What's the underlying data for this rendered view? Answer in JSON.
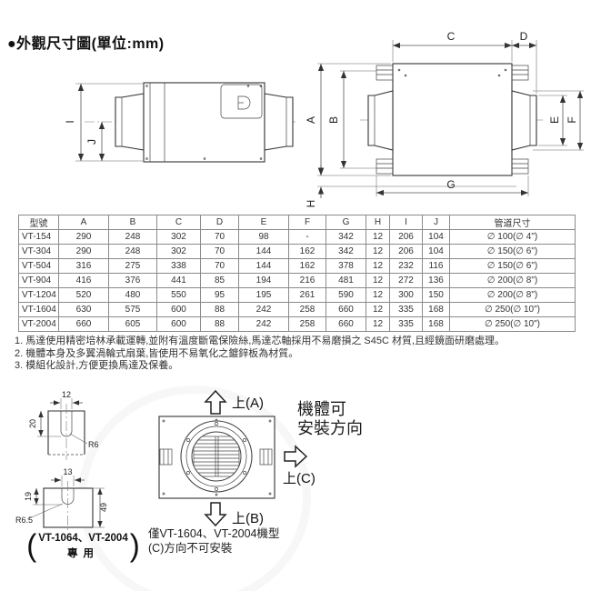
{
  "title": "●外觀尺寸圖(單位:mm)",
  "side_view": {
    "labels": {
      "i": "I",
      "j": "J"
    }
  },
  "top_view": {
    "labels": {
      "a": "A",
      "b": "B",
      "c": "C",
      "d": "D",
      "e": "E",
      "f": "F",
      "g": "G",
      "h": "H"
    }
  },
  "table": {
    "headers": [
      "型號",
      "A",
      "B",
      "C",
      "D",
      "E",
      "F",
      "G",
      "H",
      "I",
      "J",
      "管道尺寸"
    ],
    "rows": [
      [
        "VT-154",
        "290",
        "248",
        "302",
        "70",
        "98",
        "-",
        "342",
        "12",
        "206",
        "104",
        "∅ 100(∅ 4\")"
      ],
      [
        "VT-304",
        "290",
        "248",
        "302",
        "70",
        "144",
        "162",
        "342",
        "12",
        "206",
        "104",
        "∅ 150(∅ 6\")"
      ],
      [
        "VT-504",
        "316",
        "275",
        "338",
        "70",
        "144",
        "162",
        "378",
        "12",
        "232",
        "116",
        "∅ 150(∅ 6\")"
      ],
      [
        "VT-904",
        "416",
        "376",
        "441",
        "85",
        "194",
        "216",
        "481",
        "12",
        "272",
        "136",
        "∅ 200(∅ 8\")"
      ],
      [
        "VT-1204",
        "520",
        "480",
        "550",
        "95",
        "195",
        "261",
        "590",
        "12",
        "300",
        "150",
        "∅ 200(∅ 8\")"
      ],
      [
        "VT-1604",
        "630",
        "575",
        "600",
        "88",
        "242",
        "258",
        "660",
        "12",
        "335",
        "168",
        "∅ 250(∅ 10\")"
      ],
      [
        "VT-2004",
        "660",
        "605",
        "600",
        "88",
        "242",
        "258",
        "660",
        "12",
        "335",
        "168",
        "∅ 250(∅ 10\")"
      ]
    ]
  },
  "notes": {
    "line1": "1. 馬達使用精密培林承載運轉,並附有溫度斷電保險絲,馬達芯軸採用不易磨損之 S45C 材質,且經鏡面研磨處理。",
    "line2": "2. 機體本身及多翼渦輪式扇葉,皆使用不易氧化之鍍鋅板為材質。",
    "line3": "3. 模組化設計,方便更換馬達及保養。"
  },
  "bracket_detail": {
    "top_width": "12",
    "top_depth": "20",
    "top_radius": "R6",
    "bottom_width": "13",
    "bottom_depth": "19",
    "bottom_height": "49",
    "bottom_radius": "R6.5",
    "paren_open": "(",
    "paren_close": ")",
    "caption_models": "VT-1064、VT-2004",
    "caption_use": "專用"
  },
  "install": {
    "up_a": "上(A)",
    "up_b": "上(B)",
    "up_c": "上(C)",
    "heading_line1": "機體可",
    "heading_line2": "安裝方向",
    "note_line1": "僅VT-1604、VT-2004機型",
    "note_line2": "(C)方向不可安裝"
  }
}
